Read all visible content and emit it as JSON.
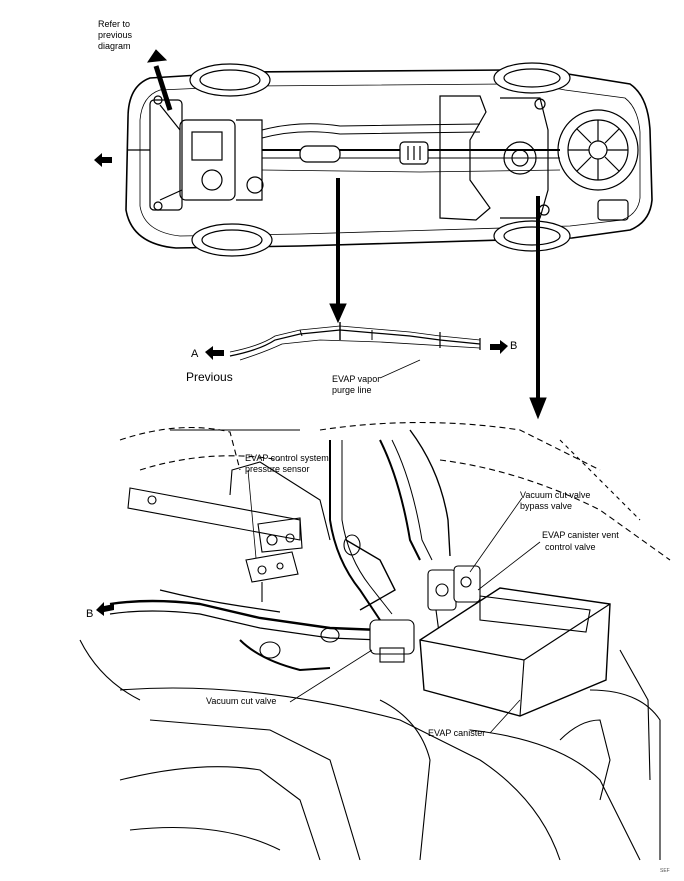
{
  "labels": {
    "refer_line1": "Refer to",
    "refer_line2": "previous",
    "refer_line3": "diagram",
    "point_a": "A",
    "point_b": "B",
    "point_b_lower": "B",
    "previous": "Previous",
    "evap_purge_line1": "EVAP vapor",
    "evap_purge_line2": "purge line",
    "pressure_sensor_line1": "EVAP control system",
    "pressure_sensor_line2": "pressure sensor",
    "bypass_valve_line1": "Vacuum cut valve",
    "bypass_valve_line2": "bypass valve",
    "vent_valve_line1": "EVAP canister vent",
    "vent_valve_line2": "control valve",
    "vacuum_cut_valve": "Vacuum cut valve",
    "evap_canister": "EVAP canister",
    "figure_code": "SEF"
  },
  "colors": {
    "line": "#000000",
    "background": "#ffffff"
  }
}
